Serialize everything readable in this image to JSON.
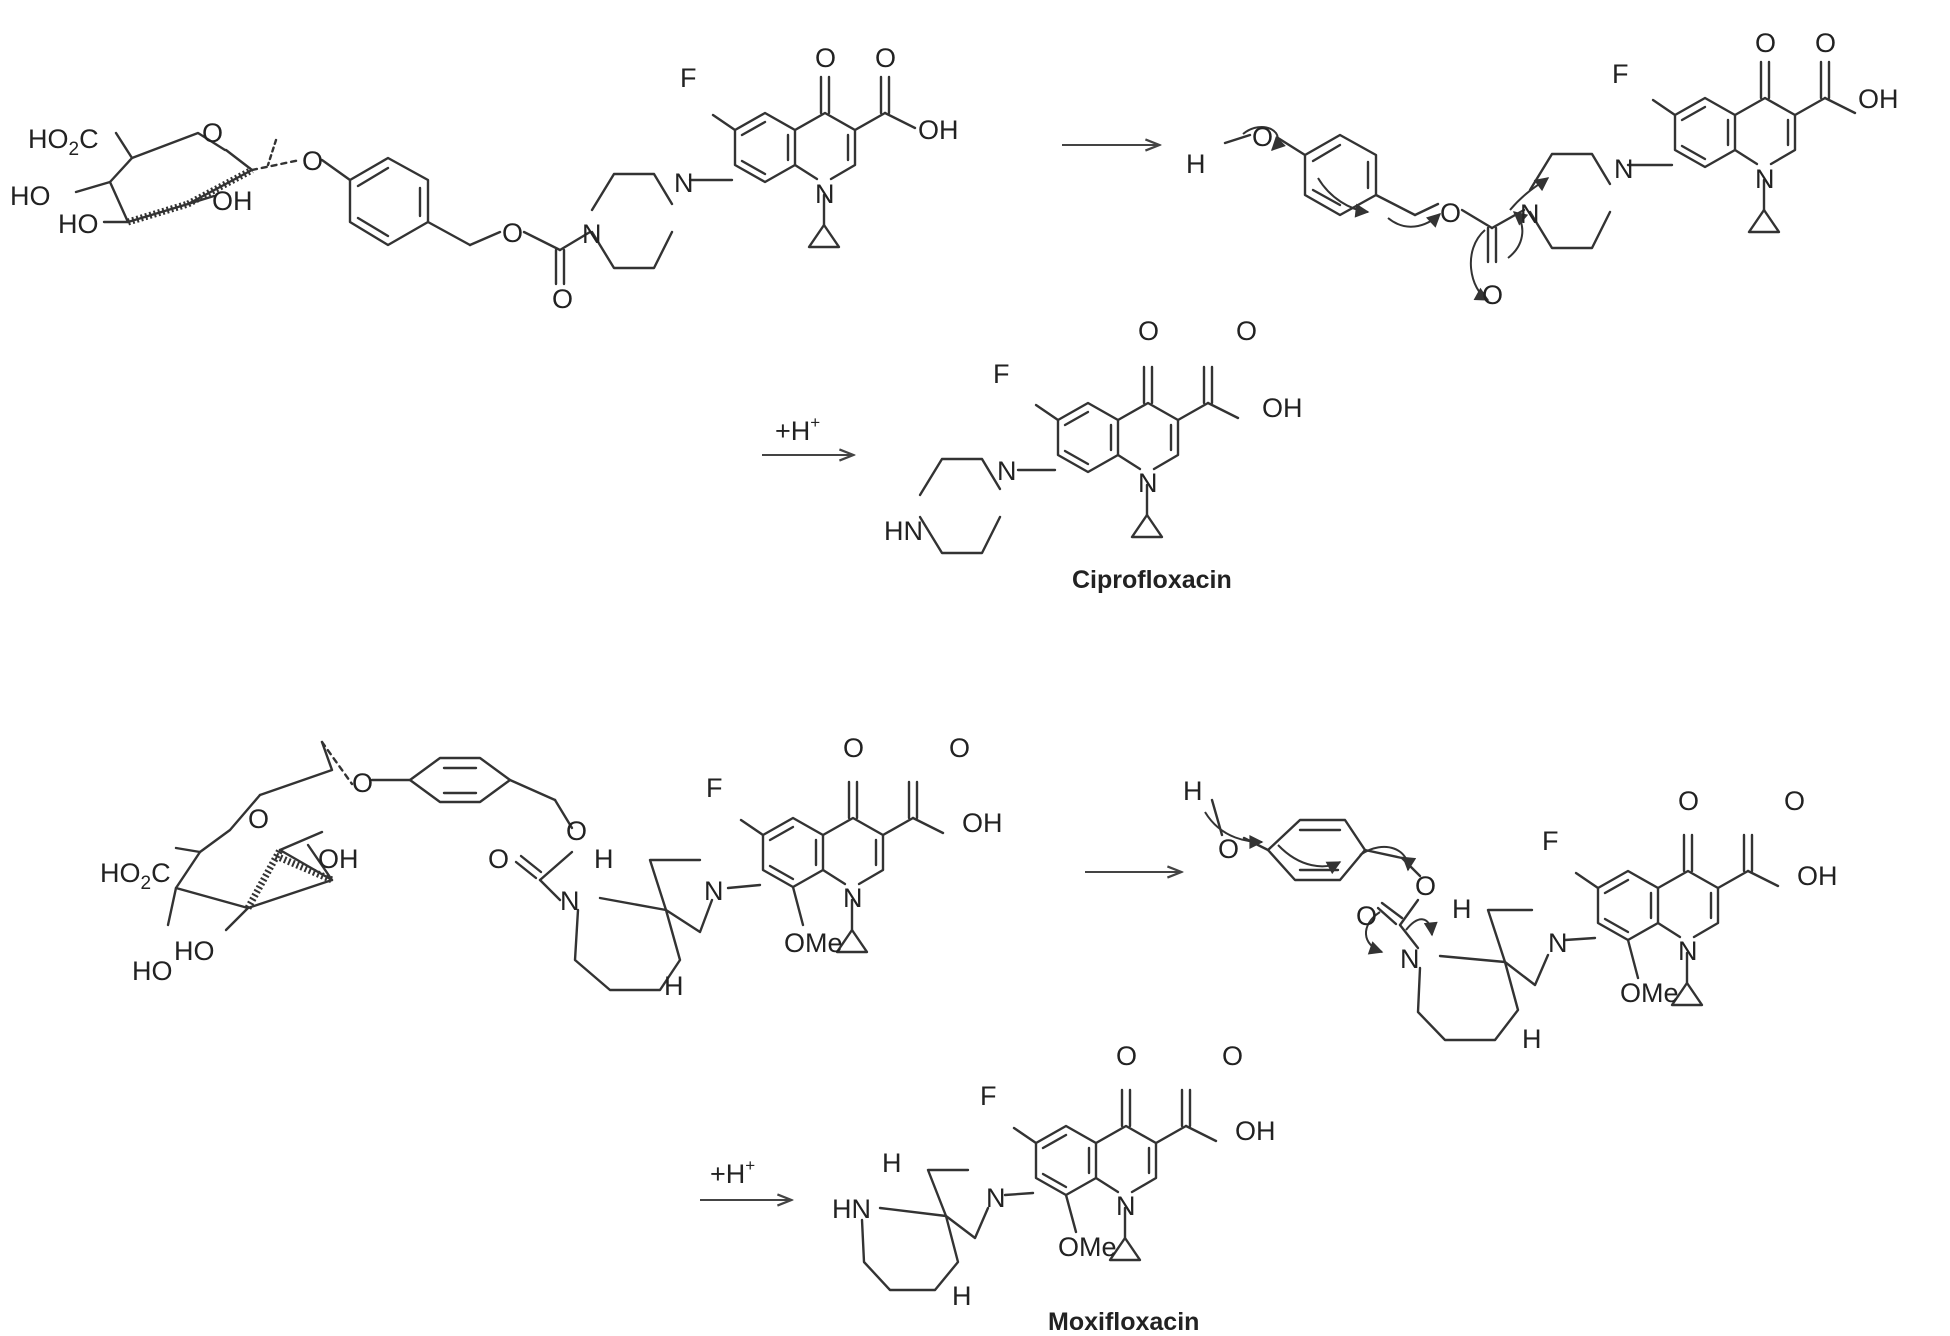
{
  "colors": {
    "ink": "#222222",
    "background": "#ffffff"
  },
  "arrow_labels": {
    "protonation_1": "+H",
    "protonation_2": "+H",
    "plus_superscript": "+"
  },
  "product_names": {
    "ciprofloxacin": "Ciprofloxacin",
    "moxifloxacin": "Moxifloxacin"
  },
  "atoms": {
    "F": "F",
    "O": "O",
    "OH": "OH",
    "H": "H",
    "N": "N",
    "HN": "HN",
    "HO": "HO",
    "HO2C_pre": "HO",
    "HO2C_sub": "2",
    "HO2C_post": "C",
    "OMe": "OMe"
  }
}
